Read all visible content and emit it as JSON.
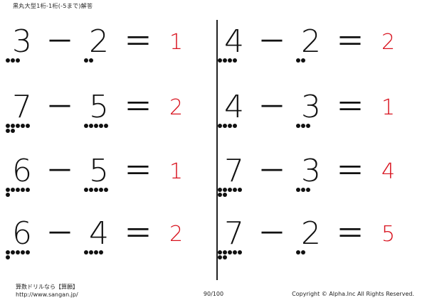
{
  "header": {
    "title": "黒丸大型1桁-1桁(-5まで)解答"
  },
  "operators": {
    "minus": "－",
    "equals": "＝"
  },
  "problems": [
    {
      "a": "3",
      "b": "2",
      "answer": "1"
    },
    {
      "a": "7",
      "b": "5",
      "answer": "2"
    },
    {
      "a": "6",
      "b": "5",
      "answer": "1"
    },
    {
      "a": "6",
      "b": "4",
      "answer": "2"
    },
    {
      "a": "4",
      "b": "2",
      "answer": "2"
    },
    {
      "a": "4",
      "b": "3",
      "answer": "1"
    },
    {
      "a": "7",
      "b": "3",
      "answer": "4"
    },
    {
      "a": "7",
      "b": "2",
      "answer": "5"
    }
  ],
  "footer": {
    "site_name": "算数ドリルなら【算願】",
    "url": "http://www.sangan.jp/",
    "page": "90/100",
    "copyright": "Copyright © Alpha.Inc All Rights Reserved."
  },
  "colors": {
    "answer": "#d8121e",
    "ink": "#111111"
  }
}
